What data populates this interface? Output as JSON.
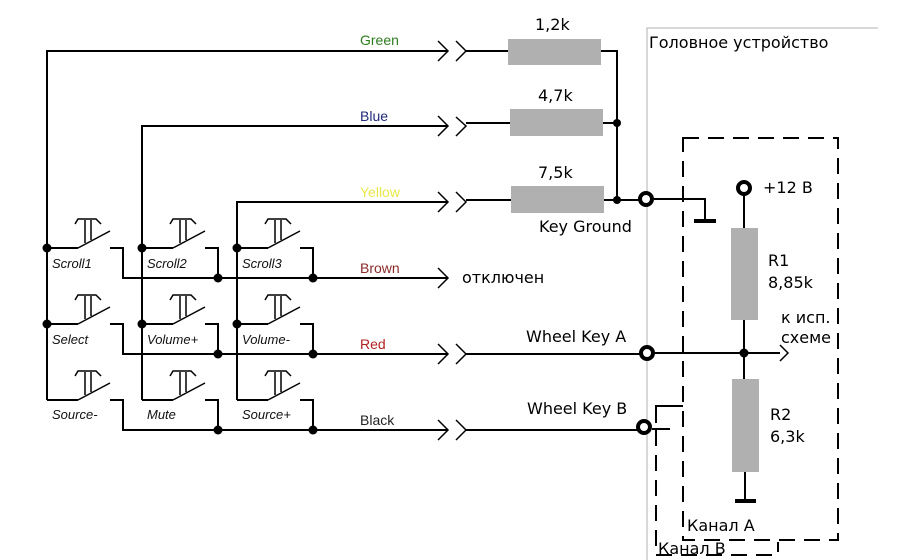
{
  "title": "Головное устройство",
  "switches": [
    {
      "label": "Scroll1"
    },
    {
      "label": "Scroll2"
    },
    {
      "label": "Scroll3"
    },
    {
      "label": "Select"
    },
    {
      "label": "Volume+"
    },
    {
      "label": "Volume-"
    },
    {
      "label": "Source-"
    },
    {
      "label": "Mute"
    },
    {
      "label": "Source+"
    }
  ],
  "wires": [
    {
      "label": "Green",
      "color": "#2e7d1e"
    },
    {
      "label": "Blue",
      "color": "#1f2a7a"
    },
    {
      "label": "Yellow",
      "color": "#e8e84a"
    },
    {
      "label": "Brown",
      "color": "#8b2a2a"
    },
    {
      "label": "Red",
      "color": "#b22222"
    },
    {
      "label": "Black",
      "color": "#222222"
    }
  ],
  "resistors": {
    "r_green": "1,2k",
    "r_blue": "4,7k",
    "r_yellow": "7,5k",
    "r1_name": "R1",
    "r1_value": "8,85k",
    "r2_name": "R2",
    "r2_value": "6,3k"
  },
  "labels": {
    "key_ground": "Key Ground",
    "disconnected": "отключен",
    "wheel_key_a": "Wheel Key A",
    "wheel_key_b": "Wheel Key B",
    "supply": "+12 В",
    "to_circuit_line1": "к исп.",
    "to_circuit_line2": "схеме",
    "channel_a": "Канал А",
    "channel_b": "Канал В"
  }
}
